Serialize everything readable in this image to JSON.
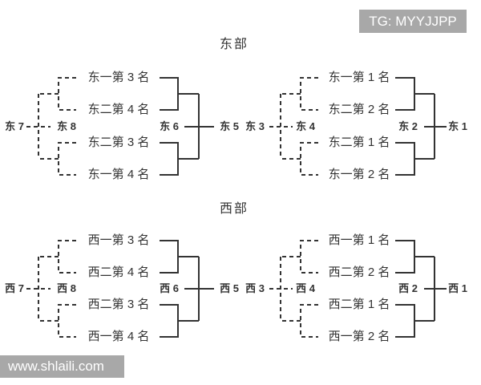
{
  "badge": {
    "text": "TG: MYYJJPP"
  },
  "watermark": {
    "text": "www.shlaili.com"
  },
  "east": {
    "title": "东部",
    "left": {
      "teams": [
        "东一第 3 名",
        "东二第 4 名",
        "东二第 3 名",
        "东一第 4 名"
      ],
      "seeds": [
        "东 7",
        "东 8",
        "东 6",
        "东 5"
      ]
    },
    "right": {
      "teams": [
        "东一第 1 名",
        "东二第 2 名",
        "东二第 1 名",
        "东一第 2 名"
      ],
      "seeds": [
        "东 3",
        "东 4",
        "东 2",
        "东 1"
      ]
    }
  },
  "west": {
    "title": "西部",
    "left": {
      "teams": [
        "西一第 3 名",
        "西二第 4 名",
        "西二第 3 名",
        "西一第 4 名"
      ],
      "seeds": [
        "西 7",
        "西 8",
        "西 6",
        "西 5"
      ]
    },
    "right": {
      "teams": [
        "西一第 1 名",
        "西二第 2 名",
        "西二第 1 名",
        "西一第 2 名"
      ],
      "seeds": [
        "西 3",
        "西 4",
        "西 2",
        "西 1"
      ]
    }
  },
  "colors": {
    "line": "#333333",
    "text": "#333333",
    "overlay_bg": "#a8a8a8",
    "overlay_text": "#ffffff"
  }
}
